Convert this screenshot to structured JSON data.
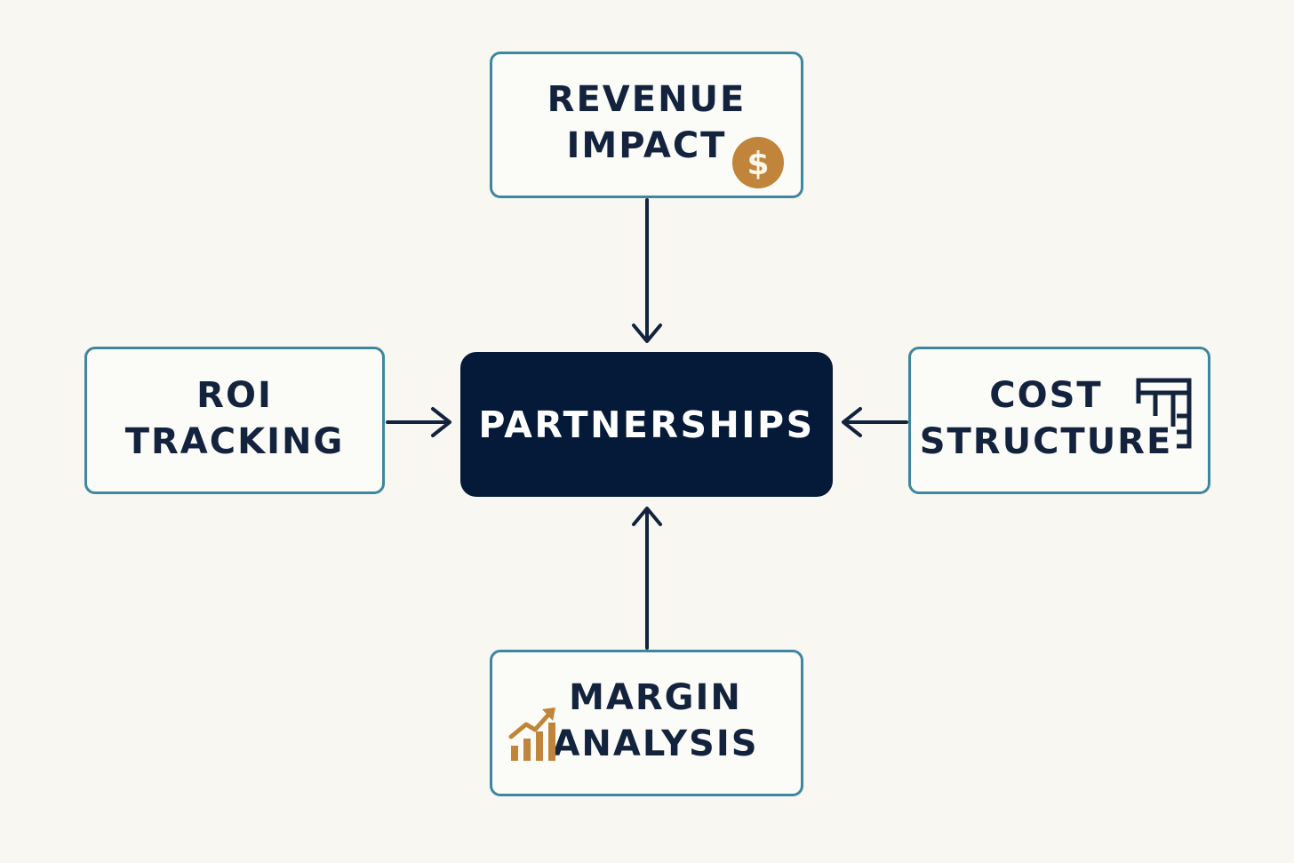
{
  "diagram": {
    "center": {
      "label": "PARTNERSHIPS"
    },
    "nodes": {
      "revenue": {
        "line1": "REVENUE",
        "line2": "IMPACT",
        "icon": "dollar-coin-icon"
      },
      "roi": {
        "line1": "ROI",
        "line2": "TRACKING"
      },
      "cost": {
        "line1": "COST",
        "line2": "STRUCTURE",
        "icon": "building-icon"
      },
      "margin": {
        "line1": "MARGIN",
        "line2": "ANALYSIS",
        "icon": "bar-chart-growth-icon"
      }
    },
    "colors": {
      "background": "#f8f7f2",
      "node_border": "#3d87a0",
      "text_dark": "#13233e",
      "center_fill": "#041a38",
      "center_text": "#ffffff",
      "accent_gold": "#c0843a"
    }
  }
}
